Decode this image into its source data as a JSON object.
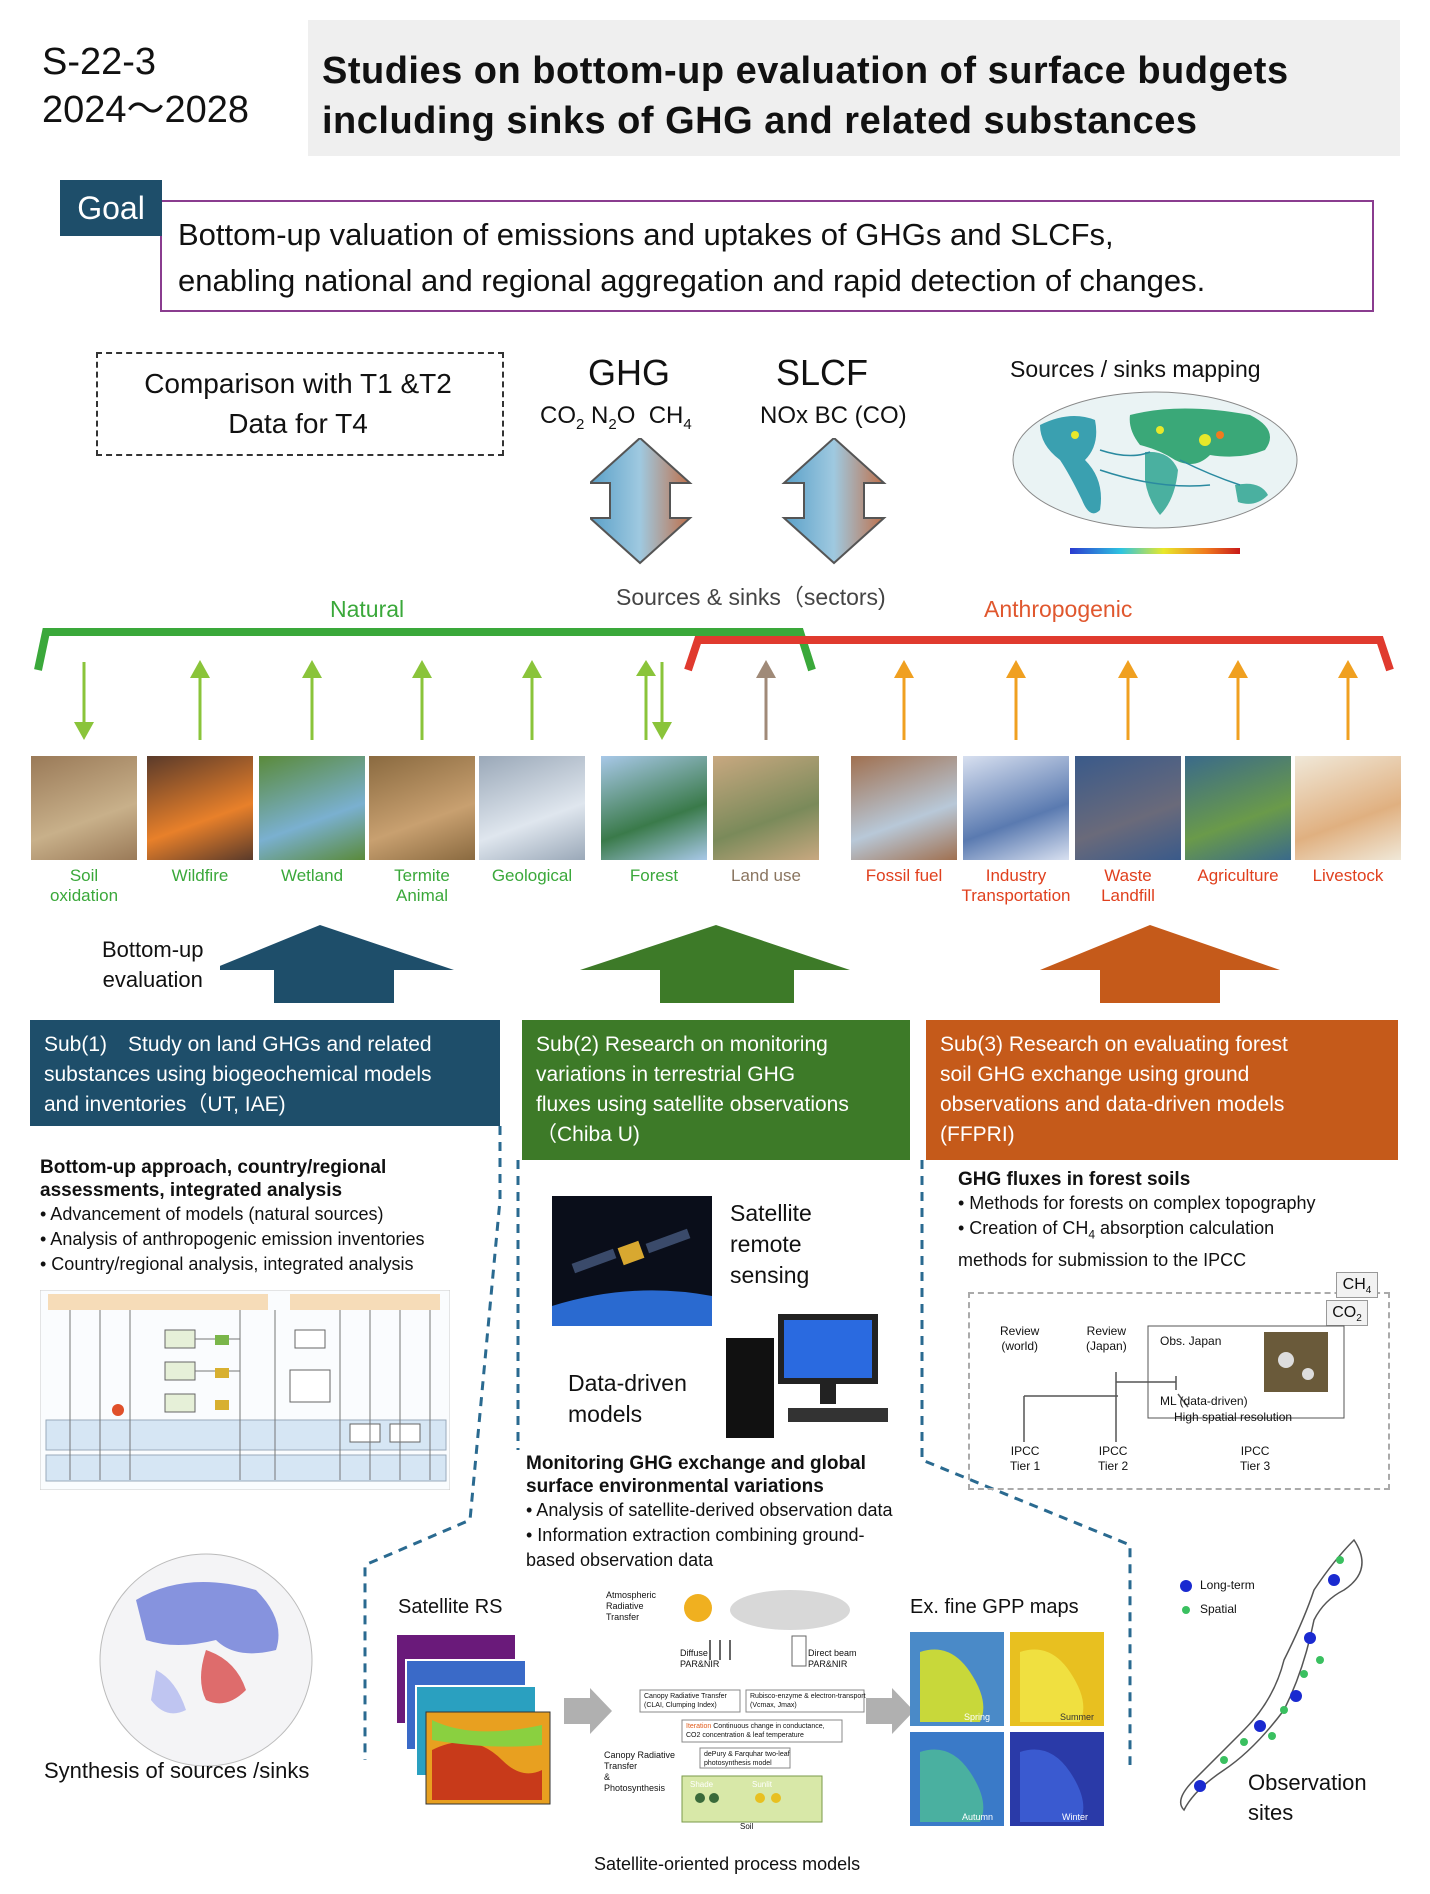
{
  "header": {
    "code": "S-22-3",
    "period": "2024～2028",
    "title_line1": "Studies on bottom-up evaluation of surface budgets",
    "title_line2": "including sinks of GHG and related substances"
  },
  "goal": {
    "tag": "Goal",
    "line1": "Bottom-up valuation of emissions and uptakes of GHGs and SLCFs,",
    "line2": "enabling national and regional aggregation and rapid detection of changes."
  },
  "comparison": {
    "line1": "Comparison with T1 &T2",
    "line2": "Data for T4"
  },
  "ghg": {
    "title": "GHG",
    "co2": "CO",
    "co2_sub": "2",
    "n2o": "N",
    "n2o_sub": "2",
    "n2o_tail": "O",
    "ch4": "CH",
    "ch4_sub": "4"
  },
  "slcf": {
    "title": "SLCF",
    "species": "NOx BC (CO)"
  },
  "sources_sinks_label": "Sources & sinks（sectors)",
  "mapping": {
    "title": "Sources / sinks mapping"
  },
  "categories": {
    "natural": "Natural",
    "anthropogenic": "Anthropogenic"
  },
  "sources": [
    {
      "line1": "Soil",
      "line2": "oxidation",
      "color": "#3aa83a",
      "arrow": "down"
    },
    {
      "line1": "Wildfire",
      "line2": "",
      "color": "#3aa83a",
      "arrow": "up"
    },
    {
      "line1": "Wetland",
      "line2": "",
      "color": "#3aa83a",
      "arrow": "up"
    },
    {
      "line1": "Termite",
      "line2": "Animal",
      "color": "#3aa83a",
      "arrow": "up"
    },
    {
      "line1": "Geological",
      "line2": "",
      "color": "#3aa83a",
      "arrow": "up"
    },
    {
      "line1": "Forest",
      "line2": "",
      "color": "#3aa83a",
      "arrow": "both"
    },
    {
      "line1": "Land use",
      "line2": "",
      "color": "#8a7560",
      "arrow": "up"
    },
    {
      "line1": "Fossil fuel",
      "line2": "",
      "color": "#e0401e",
      "arrow": "up"
    },
    {
      "line1": "Industry",
      "line2": "Transportation",
      "color": "#e0401e",
      "arrow": "up"
    },
    {
      "line1": "Waste",
      "line2": "Landfill",
      "color": "#e0401e",
      "arrow": "up"
    },
    {
      "line1": "Agriculture",
      "line2": "",
      "color": "#e0401e",
      "arrow": "up"
    },
    {
      "line1": "Livestock",
      "line2": "",
      "color": "#e0401e",
      "arrow": "up"
    }
  ],
  "bottom_up": {
    "line1": "Bottom-up",
    "line2": "evaluation"
  },
  "subs": [
    {
      "line1": "Sub(1)　Study on land GHGs and related",
      "line2": "substances using biogeochemical models",
      "line3": "and inventories（UT, IAE)",
      "line4": "",
      "color": "#1e4e6a"
    },
    {
      "line1": "Sub(2) Research on monitoring",
      "line2": "variations in terrestrial GHG",
      "line3": "fluxes using satellite observations",
      "line4": "（Chiba U)",
      "color": "#3d7a28"
    },
    {
      "line1": "Sub(3)  Research on evaluating forest",
      "line2": "soil GHG exchange using ground",
      "line3": "observations and data-driven models",
      "line4": "(FFPRI)",
      "color": "#c55a1a"
    }
  ],
  "sub1_detail": {
    "head1": "Bottom-up approach, country/regional",
    "head2": "assessments, integrated analysis",
    "b1": "• Advancement of models (natural sources)",
    "b2": "• Analysis of anthropogenic emission inventories",
    "b3": "• Country/regional analysis, integrated analysis"
  },
  "sub2_detail": {
    "sat_l1": "Satellite",
    "sat_l2": "remote",
    "sat_l3": "sensing",
    "dd_l1": "Data-driven",
    "dd_l2": "models",
    "head1": "Monitoring GHG exchange and global",
    "head2": "surface environmental variations",
    "b1": "• Analysis of satellite-derived observation data",
    "b2": "• Information extraction combining ground-",
    "b3": "based observation data"
  },
  "sub3_detail": {
    "head": "GHG fluxes in forest soils",
    "b1": "• Methods for forests on complex topography",
    "b2a": "• Creation of CH",
    "b2sub": "4",
    "b2b": " absorption calculation",
    "b3": "methods for submission to the IPCC",
    "ch4": "CH",
    "ch4_sub": "4",
    "co2": "CO",
    "co2_sub": "2",
    "review_world1": "Review",
    "review_world2": "(world)",
    "review_japan1": "Review",
    "review_japan2": "(Japan)",
    "obs_japan": "Obs. Japan",
    "ml": "ML (data-driven)",
    "high_res": "High spatial resolution",
    "tier1a": "IPCC",
    "tier1b": "Tier 1",
    "tier2a": "IPCC",
    "tier2b": "Tier 2",
    "tier3a": "IPCC",
    "tier3b": "Tier 3"
  },
  "synthesis": "Synthesis of sources /sinks",
  "process": {
    "satellite_rs": "Satellite RS",
    "gpp": "Ex. fine GPP maps",
    "caption": "Satellite-oriented process models",
    "atm1": "Atmospheric",
    "atm2": "Radiative",
    "atm3": "Transfer",
    "diffuse": "Diffuse",
    "diffuse2": "PAR&NIR",
    "direct": "Direct beam",
    "direct2": "PAR&NIR",
    "canopy_rt": "Canopy Radiative Transfer",
    "clumping": "(CLAI, Clumping Index)",
    "rubisco": "Rubisco-enzyme & electron-transport",
    "vcmax": "(Vcmax, Jmax)",
    "iteration": "Iteration",
    "iter_text": "Continuous change in conductance,",
    "iter_text2": "CO2 concentration & leaf temperature",
    "depury": "dePury & Farquhar two-leaf",
    "photo": "photosynthesis model",
    "crt1": "Canopy Radiative",
    "crt2": "Transfer",
    "crt3": "&",
    "crt4": "Photosynthesis",
    "shade": "Shade",
    "sunlit": "Sunlit",
    "soil": "Soil",
    "spring": "Spring",
    "summer": "Summer",
    "autumn": "Autumn",
    "winter": "Winter"
  },
  "obs_sites": {
    "legend_long": "Long-term",
    "legend_spatial": "Spatial",
    "label1": "Observation",
    "label2": "sites"
  },
  "colors": {
    "natural": "#3aa83a",
    "anthropogenic": "#e0402e",
    "sub1": "#1e4e6a",
    "sub2": "#3d7a28",
    "sub3": "#c55a1a",
    "goal_border": "#8a3c8f"
  }
}
